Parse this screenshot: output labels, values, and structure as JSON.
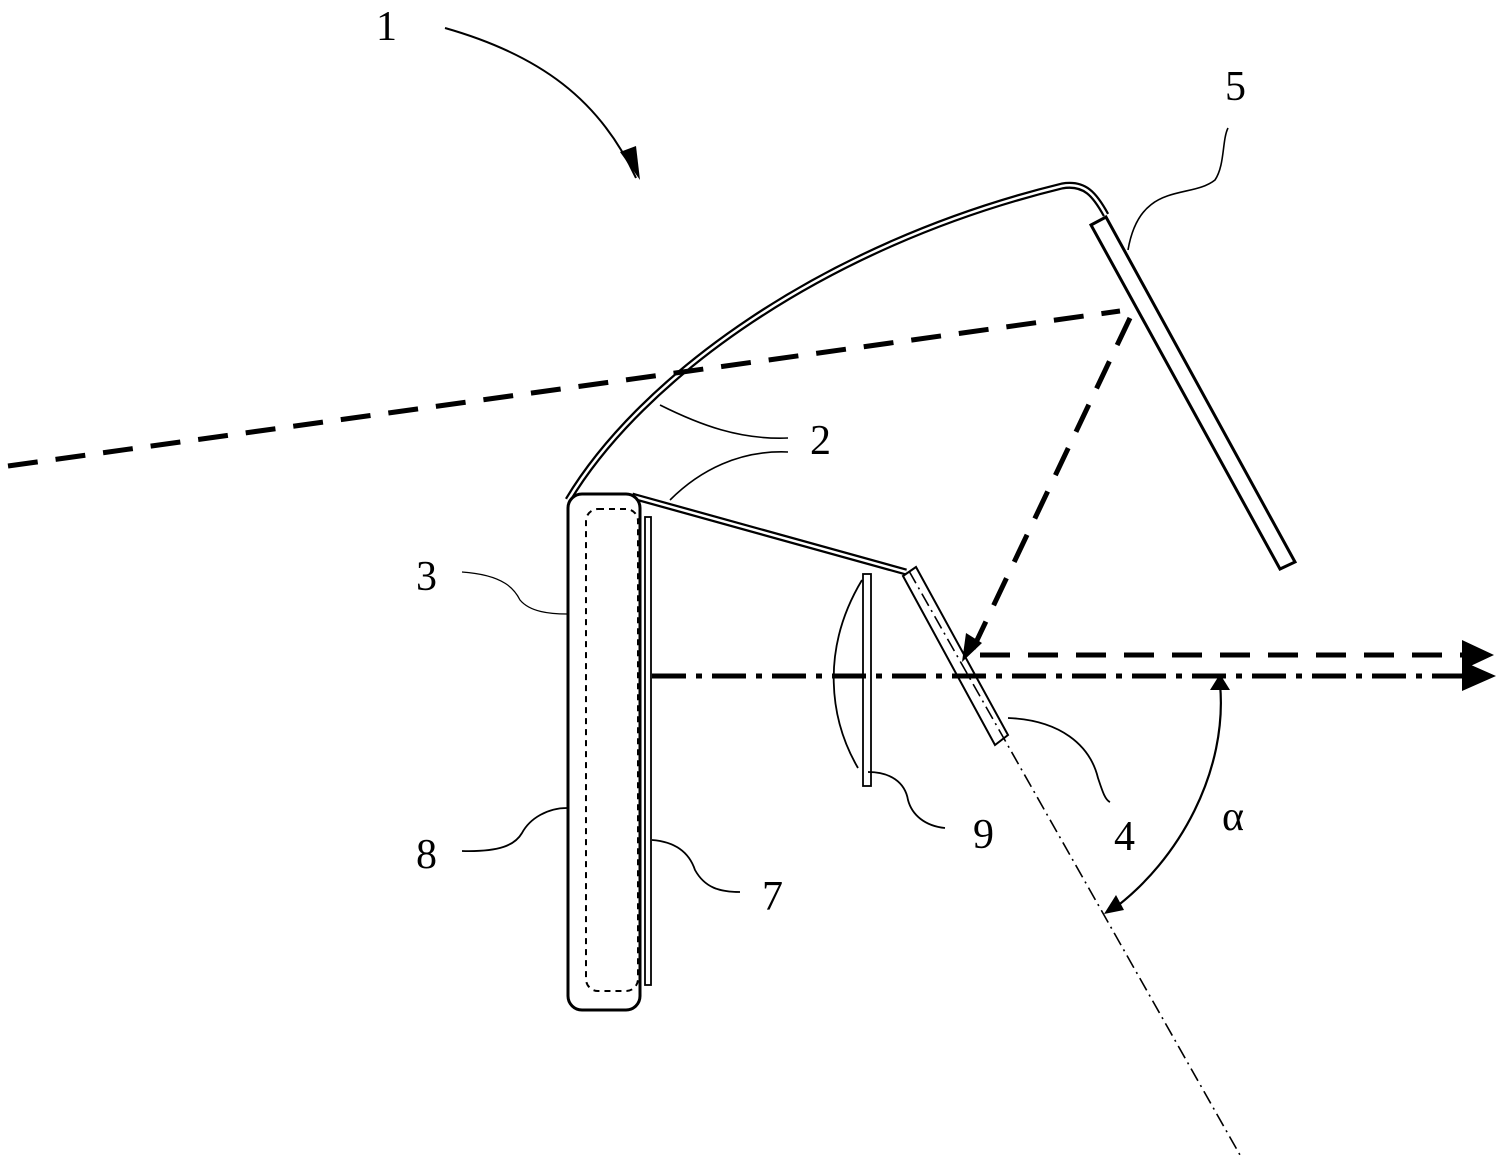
{
  "colors": {
    "ink": "#000000",
    "paper": "#ffffff"
  },
  "labels": {
    "assembly": "1",
    "housing": "2",
    "display_source": "3",
    "optical_element": "4",
    "reflector": "5",
    "panel": "7",
    "backlight": "8",
    "lens": "9",
    "angle": "α"
  }
}
